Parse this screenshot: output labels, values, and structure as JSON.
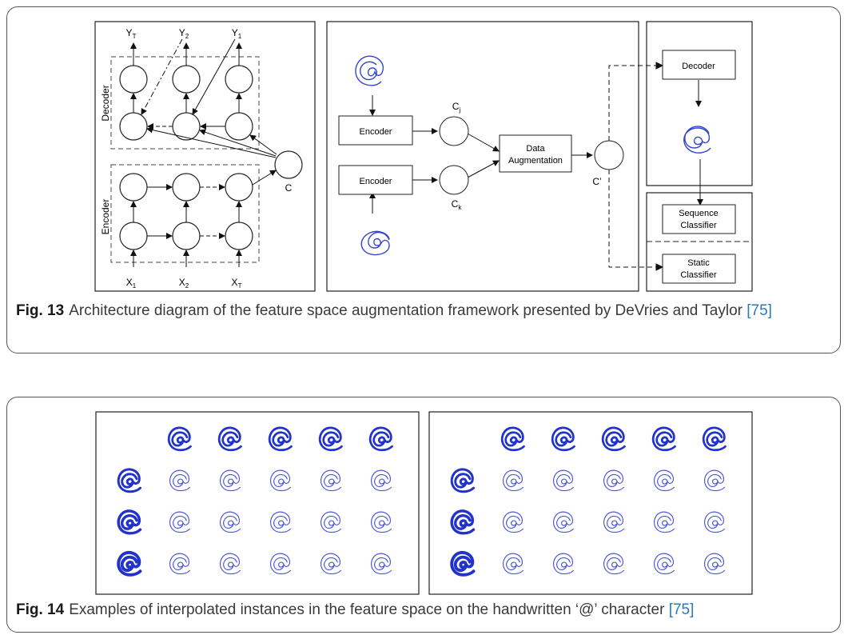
{
  "fig13": {
    "label": "Fig. 13",
    "caption": "Architecture diagram of the feature space augmentation framework presented by DeVries and Taylor",
    "ref": "[75]",
    "panel_left": {
      "decoder_label": "Decoder",
      "encoder_label": "Encoder",
      "outputs": [
        "Y",
        "Y",
        "Y"
      ],
      "output_subs": [
        "T",
        "2",
        "1"
      ],
      "inputs": [
        "X",
        "X",
        "X"
      ],
      "input_subs": [
        "1",
        "2",
        "T"
      ],
      "context_label": "C"
    },
    "panel_middle": {
      "encoder_top": "Encoder",
      "encoder_bottom": "Encoder",
      "cj": "C",
      "cj_sub": "j",
      "ck": "C",
      "ck_sub": "k",
      "augmentation_line1": "Data",
      "augmentation_line2": "Augmentation",
      "c_prime": "C’"
    },
    "panel_right": {
      "decoder": "Decoder",
      "seq_line1": "Sequence",
      "seq_line2": "Classifier",
      "static_line1": "Static",
      "static_line2": "Classifier"
    }
  },
  "fig14": {
    "label": "Fig. 14",
    "caption": "Examples of interpolated instances in the feature space on the handwritten ‘@’ character",
    "ref": "[75]"
  },
  "colors": {
    "ink_blue": "#2233cc",
    "light_blue": "#4a55dd",
    "caption": "#3a3a3a",
    "ref": "#2b7ab8"
  }
}
